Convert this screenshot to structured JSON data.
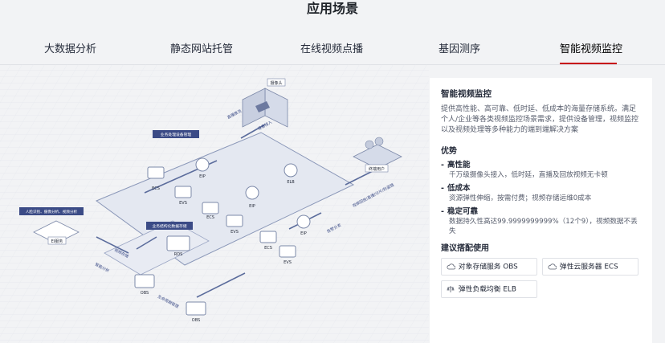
{
  "page_title": "应用场景",
  "tabs": [
    {
      "label": "大数据分析"
    },
    {
      "label": "静态网站托管"
    },
    {
      "label": "在线视频点播"
    },
    {
      "label": "基因测序"
    },
    {
      "label": "智能视频监控"
    }
  ],
  "active_tab": "智能视频监控",
  "accent_color": "#c7000b",
  "diagram": {
    "camera": "摄像头",
    "business_device_mgmt": "业务处理设备管理",
    "structured_storage": "业务结构化数据存储",
    "ai_box": "人脸识别、摄像分析、视频分析",
    "ai_service": "EI服务",
    "end_user": "终端用户",
    "nodes": {
      "ecs": "ECS",
      "evs": "EVS",
      "eip": "EIP",
      "elb": "ELB",
      "rds": "RDS",
      "obs": "OBS"
    },
    "flow_labels": {
      "live_push": "直播推流",
      "device_access": "设备接入",
      "replay_live": "视频回放/直播/分片/防盗链",
      "distribute": "告警分发",
      "smart_analysis": "智能分析",
      "video_store": "视频存储",
      "lifecycle": "生命周期管理"
    }
  },
  "panel": {
    "title": "智能视频监控",
    "description": "提供高性能、高可靠、低时延、低成本的海量存储系统。满足个人/企业等各类视频监控场景需求，提供设备管理，视频监控以及视频处理等多种能力的端到端解决方案",
    "advantages_heading": "优势",
    "advantages": [
      {
        "title": "高性能",
        "desc": "千万级摄像头接入，低时延，直播及回放视频无卡顿"
      },
      {
        "title": "低成本",
        "desc": "资源弹性伸缩，按需付费；视频存储运维0成本"
      },
      {
        "title": "稳定可靠",
        "desc": "数据持久性高达99.9999999999%（12个9），视频数据不丢失"
      }
    ],
    "recommend_heading": "建议搭配使用",
    "recommendations": [
      {
        "label": "对象存储服务 OBS",
        "icon": "cloud-icon"
      },
      {
        "label": "弹性云服务器 ECS",
        "icon": "cloud-icon"
      },
      {
        "label": "弹性负载均衡 ELB",
        "icon": "balance-icon"
      }
    ]
  }
}
